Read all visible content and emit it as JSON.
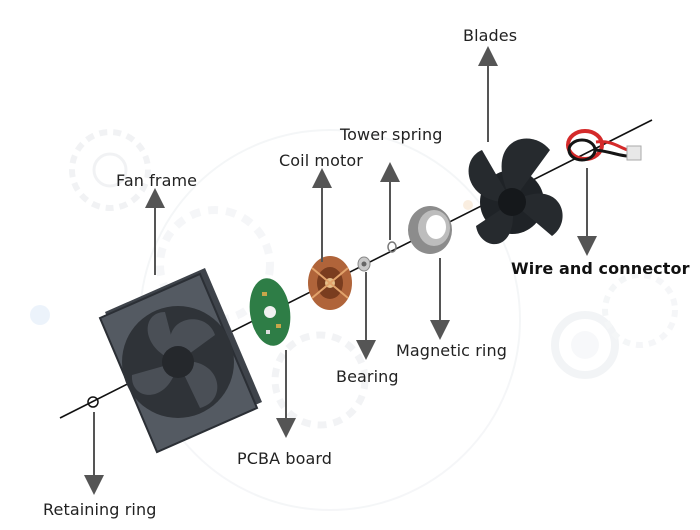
{
  "labels": {
    "blades": "Blades",
    "tower_spring": "Tower spring",
    "coil_motor": "Coil motor",
    "fan_frame": "Fan frame",
    "wire_and_connector": "Wire and connector",
    "magnetic_ring": "Magnetic ring",
    "bearing": "Bearing",
    "pcba_board": "PCBA board",
    "retaining_ring": "Retaining ring"
  },
  "colors": {
    "arrow": "#555555",
    "axis_line": "#111111",
    "frame": "#4a4f56",
    "frame_dark": "#2b2f35",
    "pcb": "#2e7d46",
    "copper": "#b0643a",
    "blades": "#1f2327",
    "ring": "#9a9a9a",
    "wire_red": "#d42a2a",
    "wire_black": "#151515",
    "background_gear": "#e9ecef"
  }
}
